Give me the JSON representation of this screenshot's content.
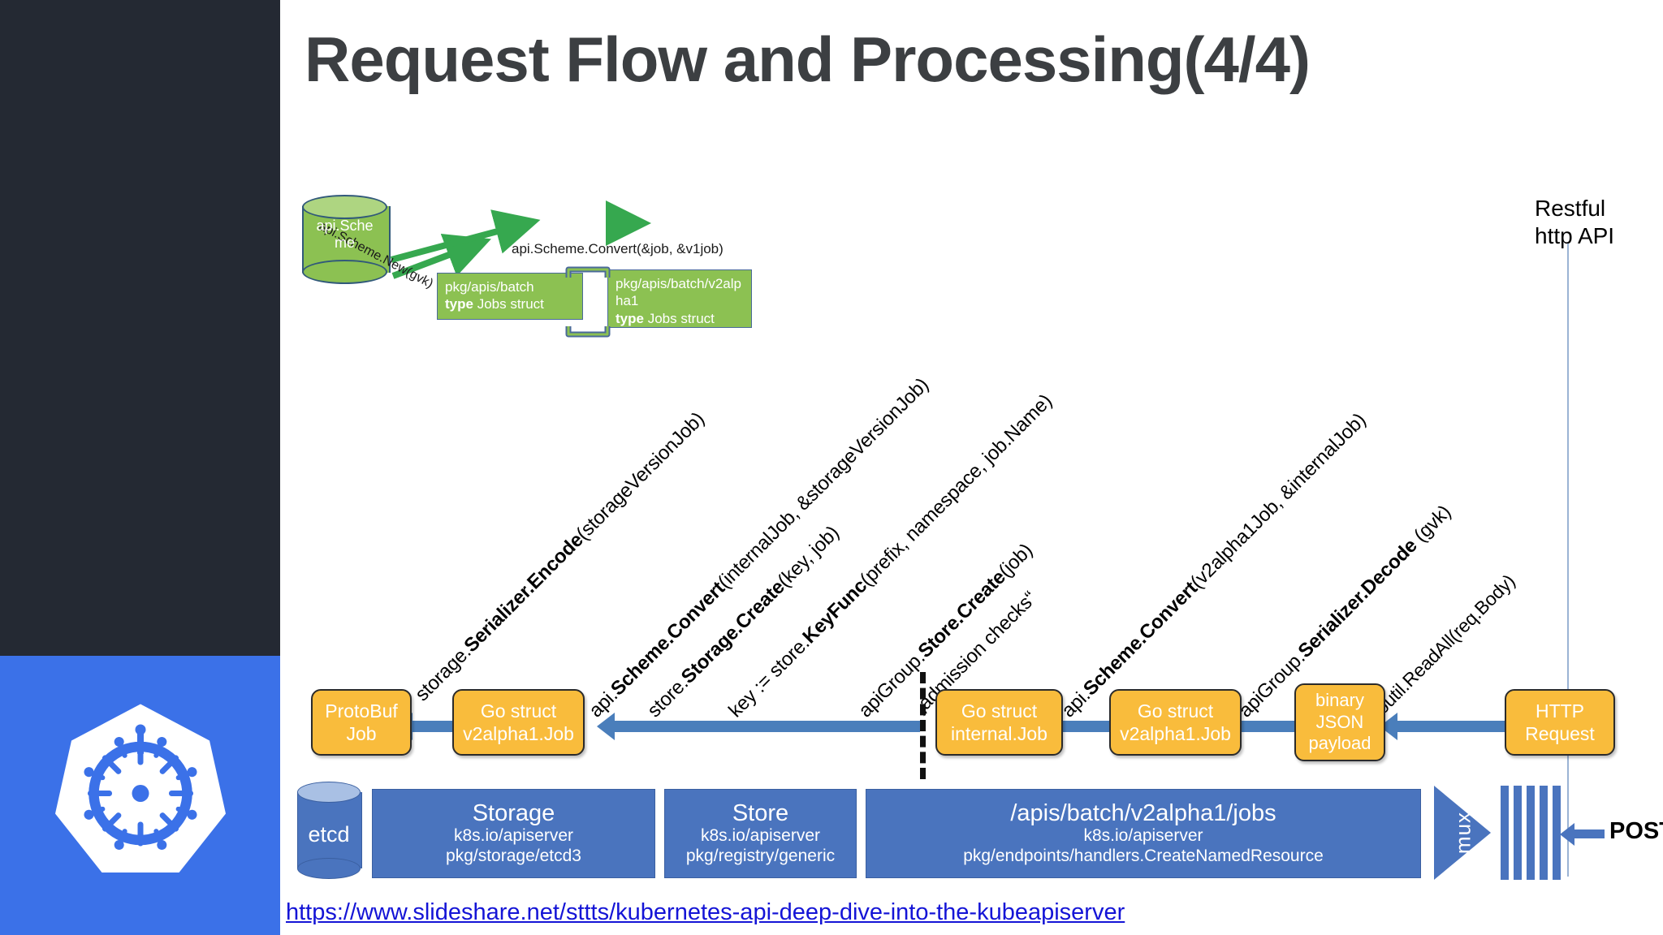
{
  "slide": {
    "title": "Request Flow and Processing(4/4)",
    "source_link": "https://www.slideshare.net/sttts/kubernetes-api-deep-dive-into-the-kubeapiserver",
    "restful_label_line1": "Restful",
    "restful_label_line2": "http API",
    "logo_name": "kubernetes-logo"
  },
  "colors": {
    "rail_dark": "#242933",
    "rail_blue": "#3b71e8",
    "title_gray": "#3c3f42",
    "green_box": "#8cc152",
    "orange_box": "#f9bc3c",
    "blue_arrow": "#4a7ebb",
    "blue_box": "#4a74be",
    "link_blue": "#1414d6"
  },
  "scheme_diagram": {
    "cylinder_label_line1": "api.Sche",
    "cylinder_label_line2": "me",
    "new_arrow_label": "api.Scheme.New(gvk)",
    "convert_label": "api.Scheme.Convert(&job, &v1job)",
    "box_internal": {
      "line1": "pkg/apis/batch",
      "line2_bold": "type",
      "line2_rest": " Jobs struct"
    },
    "box_v2alpha1": {
      "line1": "pkg/apis/batch/v2alp",
      "line2": "ha1",
      "line3_bold": "type",
      "line3_rest": " Jobs struct"
    }
  },
  "flow_boxes": [
    {
      "id": "protobuf-job",
      "lines": [
        "ProtoBuf",
        "Job"
      ]
    },
    {
      "id": "go-struct-v2alpha1-left",
      "lines": [
        "Go struct",
        "v2alpha1.Job"
      ]
    },
    {
      "id": "go-struct-internal",
      "lines": [
        "Go struct",
        "internal.Job"
      ]
    },
    {
      "id": "go-struct-v2alpha1-right",
      "lines": [
        "Go struct",
        "v2alpha1.Job"
      ]
    },
    {
      "id": "binary-json-payload",
      "lines": [
        "binary",
        "JSON",
        "payload"
      ]
    },
    {
      "id": "http-request",
      "lines": [
        "HTTP",
        "Request"
      ]
    }
  ],
  "call_labels": [
    {
      "id": "serializer-encode",
      "prefix": "storage.",
      "bold": "Serializer.Encode",
      "suffix": "(storageVersionJob)"
    },
    {
      "id": "scheme-convert-internal",
      "prefix": "api.",
      "bold": "Scheme.Convert",
      "suffix": "(internalJob, &storageVersionJob)"
    },
    {
      "id": "storage-create",
      "prefix": "store.",
      "bold": "Storage.Create",
      "suffix": "(key, job)"
    },
    {
      "id": "store-keyfunc",
      "prefix": "key := store.",
      "bold": "KeyFunc",
      "suffix": "(prefix, namespace, job.Name)"
    },
    {
      "id": "apigroup-store-create",
      "prefix": "apiGroup.",
      "bold": "Store.Create",
      "suffix": "(job)"
    },
    {
      "id": "admission-checks",
      "prefix": "",
      "bold": "",
      "suffix": "„admission checks“"
    },
    {
      "id": "scheme-convert-v2alpha1",
      "prefix": "api.",
      "bold": "Scheme.Convert",
      "suffix": "(v2alpha1Job, &internalJob)"
    },
    {
      "id": "serializer-decode",
      "prefix": "apiGroup.",
      "bold": "Serializer.Decode",
      "suffix": " (gvk)"
    },
    {
      "id": "ioutil-readall",
      "prefix": "ioutil.ReadAll(req.Body)",
      "bold": "",
      "suffix": ""
    }
  ],
  "bottom_bar": {
    "etcd_label": "etcd",
    "sections": [
      {
        "id": "storage",
        "title": "Storage",
        "sub1": "k8s.io/apiserver",
        "sub2": "pkg/storage/etcd3"
      },
      {
        "id": "store",
        "title": "Store",
        "sub1": "k8s.io/apiserver",
        "sub2": "pkg/registry/generic"
      },
      {
        "id": "endpoint",
        "title": "/apis/batch/v2alpha1/jobs",
        "sub1": "k8s.io/apiserver",
        "sub2": "pkg/endpoints/handlers.CreateNamedResource"
      }
    ],
    "mux_label": "mux",
    "post_label": "POST"
  }
}
